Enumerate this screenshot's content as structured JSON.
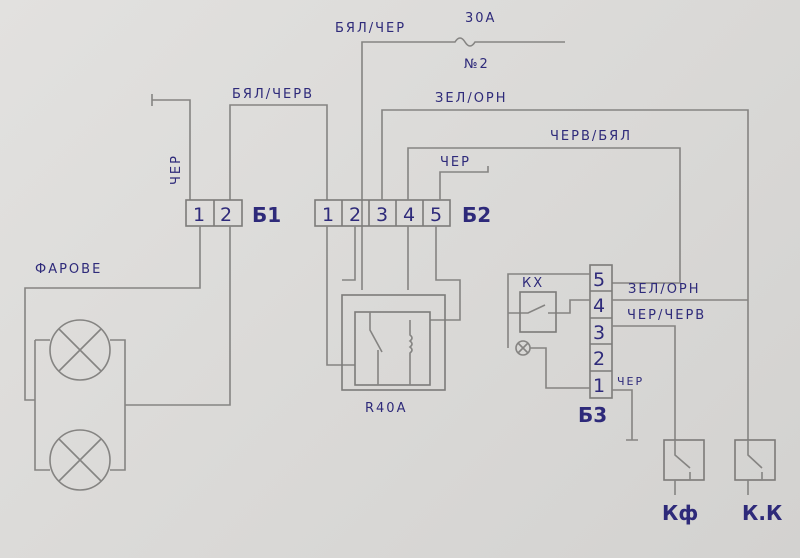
{
  "fuse": {
    "wire_label": "БЯЛ/ЧЕР",
    "rating": "30А",
    "number": "№2"
  },
  "wires": {
    "b1_feed": "БЯЛ/ЧЕРВ",
    "green_orange": "ЗЕЛ/ОРН",
    "red_white": "ЧЕРВ/БЯЛ",
    "ground_b1": "ЧЕР",
    "ground_b2": "ЧЕР",
    "b3_green_orange": "ЗЕЛ/ОРН",
    "b3_black_red": "ЧЕР/ЧЕРВ",
    "ground_b3": "ЧЕР"
  },
  "connectors": {
    "b1": {
      "label": "Б1",
      "pins": [
        "1",
        "2"
      ]
    },
    "b2": {
      "label": "Б2",
      "pins": [
        "1",
        "2",
        "3",
        "4",
        "5"
      ]
    },
    "b3": {
      "label": "Б3",
      "pins": [
        "5",
        "4",
        "3",
        "2",
        "1"
      ]
    }
  },
  "headlights_label": "ФАРОВЕ",
  "relay_label": "R40A",
  "kx_label": "КХ",
  "switch_kf_label": "Кф",
  "switch_kk_label": "К.К"
}
